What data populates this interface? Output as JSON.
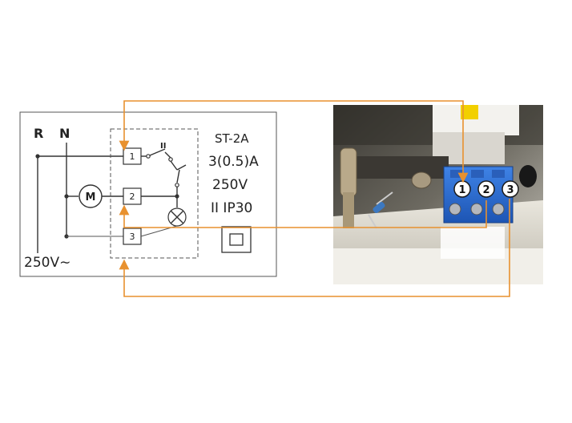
{
  "schematic": {
    "phase_label": "R",
    "neutral_label": "N",
    "supply_label": "250V∼",
    "motor_label": "M",
    "terminals": [
      "1",
      "2",
      "3"
    ],
    "model": "ST-2A",
    "current_rating": "3(0.5)A",
    "voltage": "250V",
    "class_ip": "II  IP30",
    "contact_symbol": "ΙΙ"
  },
  "photo": {
    "terminal_markers": [
      "1",
      "2",
      "3"
    ]
  },
  "colors": {
    "connector_lines": "#e8912f",
    "terminal_block": "#2e6fd6"
  }
}
